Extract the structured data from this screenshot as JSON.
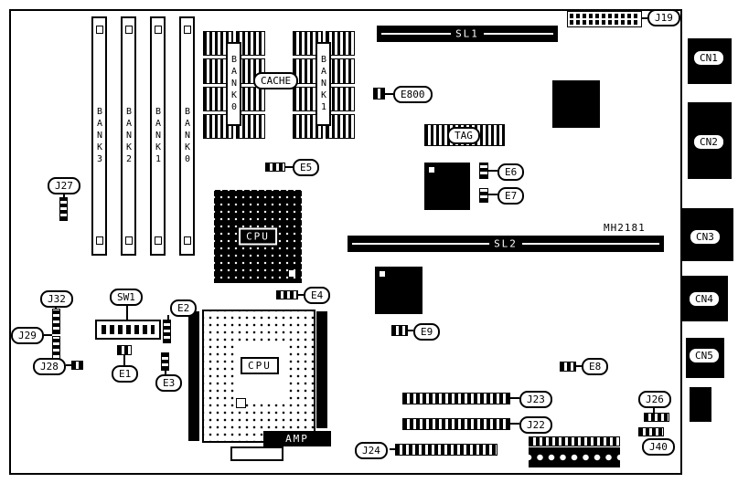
{
  "board": {
    "model": "MH2181"
  },
  "memory": {
    "simm_banks": [
      {
        "label": "BANK3"
      },
      {
        "label": "BANK2"
      },
      {
        "label": "BANK1"
      },
      {
        "label": "BANK0"
      }
    ]
  },
  "cache": {
    "bank0_label": "BANK0",
    "bank1_label": "BANK1",
    "cache_label": "CACHE",
    "tag_label": "TAG"
  },
  "slots": {
    "sl1": "SL1",
    "sl2": "SL2"
  },
  "cpu": {
    "chip_label": "CPU",
    "socket_label": "CPU",
    "socket_brand": "AMP"
  },
  "switches": {
    "sw1": "SW1"
  },
  "jumpers": {
    "e1": "E1",
    "e2": "E2",
    "e3": "E3",
    "e4": "E4",
    "e5": "E5",
    "e6": "E6",
    "e7": "E7",
    "e8": "E8",
    "e9": "E9",
    "e800": "E800"
  },
  "headers": {
    "j19": "J19",
    "j22": "J22",
    "j23": "J23",
    "j24": "J24",
    "j26": "J26",
    "j27": "J27",
    "j28": "J28",
    "j29": "J29",
    "j32": "J32",
    "j40": "J40"
  },
  "rear_io": {
    "cn1": "CN1",
    "cn2": "CN2",
    "cn3": "CN3",
    "cn4": "CN4",
    "cn5": "CN5"
  }
}
